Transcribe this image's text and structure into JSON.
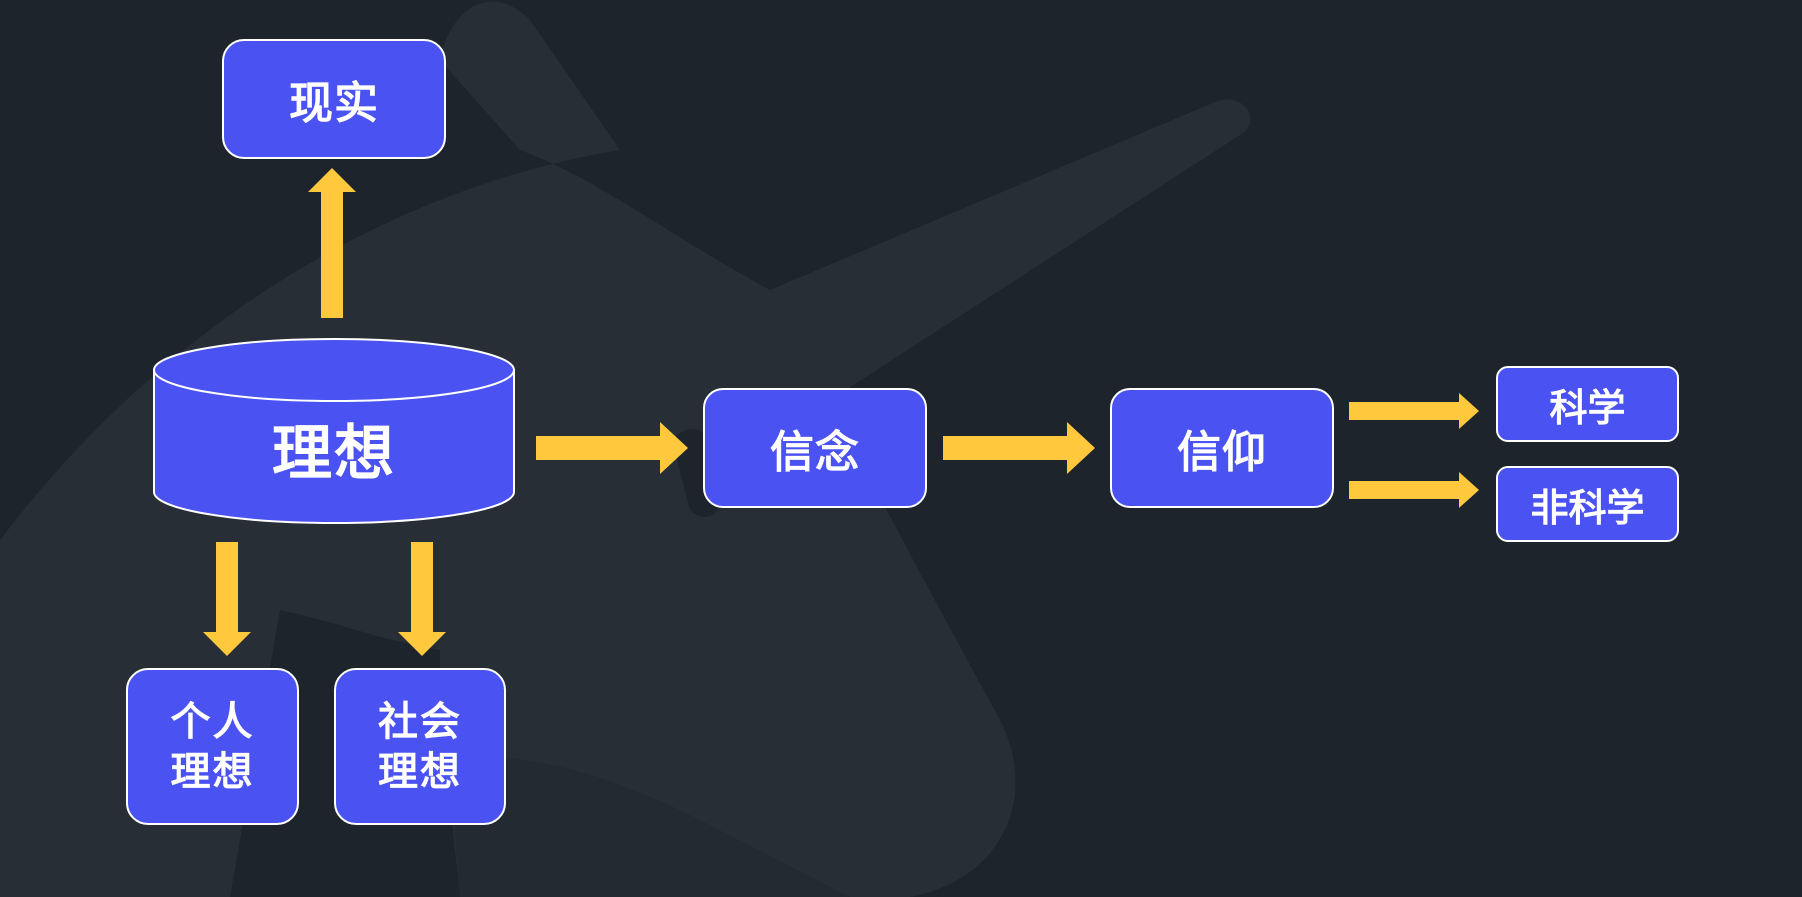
{
  "colors": {
    "background": "#1e242b",
    "background_shape": "#272e36",
    "node_fill": "#4a52f2",
    "node_border": "#ffffff",
    "arrow": "#ffc83d",
    "text": "#ffffff"
  },
  "nodes": {
    "ideal": "理想",
    "reality": "现实",
    "personal_ideal": [
      "个人",
      "理想"
    ],
    "social_ideal": [
      "社会",
      "理想"
    ],
    "conviction": "信念",
    "faith": "信仰",
    "science": "科学",
    "non_science": "非科学"
  },
  "edges": [
    {
      "from": "理想",
      "to": "现实"
    },
    {
      "from": "理想",
      "to": "个人理想"
    },
    {
      "from": "理想",
      "to": "社会理想"
    },
    {
      "from": "理想",
      "to": "信念"
    },
    {
      "from": "信念",
      "to": "信仰"
    },
    {
      "from": "信仰",
      "to": "科学"
    },
    {
      "from": "信仰",
      "to": "非科学"
    }
  ]
}
